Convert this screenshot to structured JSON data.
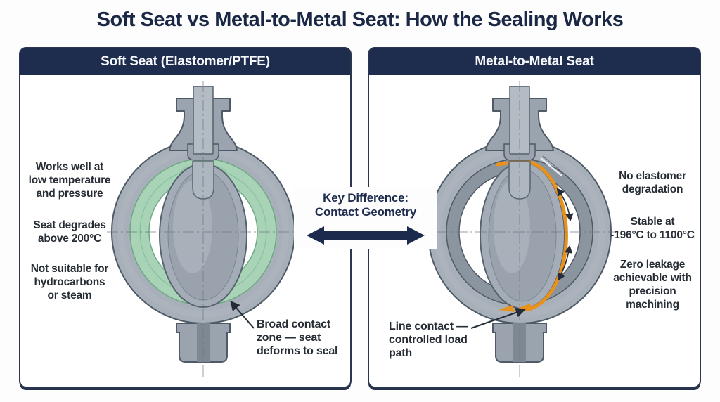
{
  "title": "Soft Seat vs Metal-to-Metal Seat: How the Sealing Works",
  "center": {
    "label": "Key Difference:\nContact Geometry"
  },
  "panels": {
    "soft_seat": {
      "header": "Soft Seat (Elastomer/PTFE)",
      "notes": [
        "Works well at\nlow temperature\nand pressure",
        "Seat degrades\nabove 200°C",
        "Not suitable for\nhydrocarbons\nor steam"
      ],
      "callout": "Broad contact\nzone — seat\ndeforms to seal"
    },
    "metal_seat": {
      "header": "Metal-to-Metal Seat",
      "notes": [
        "No elastomer\ndegradation",
        "Stable at\n-196°C to 1100°C",
        "Zero leakage\nachievable with\nprecision\nmachining"
      ],
      "callout": "Line contact —\ncontrolled load\npath"
    }
  },
  "colors": {
    "navy": "#1c2b4d",
    "seat_green": "#a9d3b6",
    "seat_green_edge": "#6fa884",
    "seat_orange": "#e8921c",
    "body_gray": "#a7afb9",
    "outline_gray": "#4e5a67"
  }
}
